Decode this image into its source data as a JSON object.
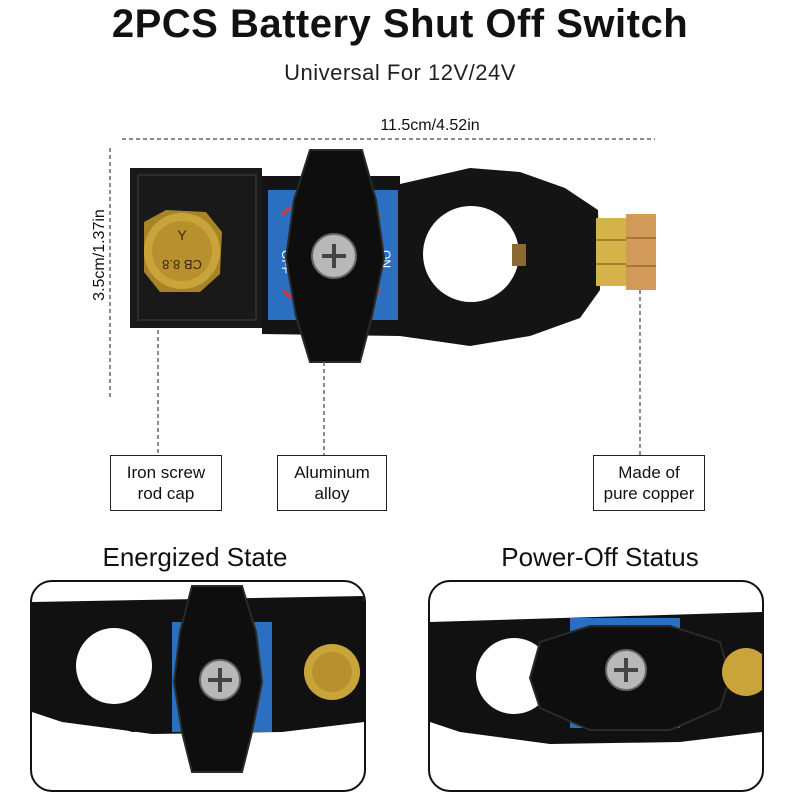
{
  "title": "2PCS Battery Shut Off Switch",
  "subtitle": "Universal For 12V/24V",
  "dimensions": {
    "length": "11.5cm/4.52in",
    "height": "3.5cm/1.37in"
  },
  "callouts": {
    "left": [
      "Iron screw",
      "rod cap"
    ],
    "middle": [
      "Aluminum",
      "alloy"
    ],
    "right": [
      "Made of",
      "pure copper"
    ]
  },
  "states": {
    "left_title": "Energized State",
    "right_title": "Power-Off Status"
  },
  "plate_labels": {
    "off": "OFF",
    "on": "ON",
    "bolt_top": "Y",
    "bolt_bottom": "CB 8.8"
  },
  "colors": {
    "body": "#111111",
    "plate_blue": "#2a6fc0",
    "brass": "#c9a43a",
    "copper": "#c98a4a",
    "dashed": "#666666"
  }
}
